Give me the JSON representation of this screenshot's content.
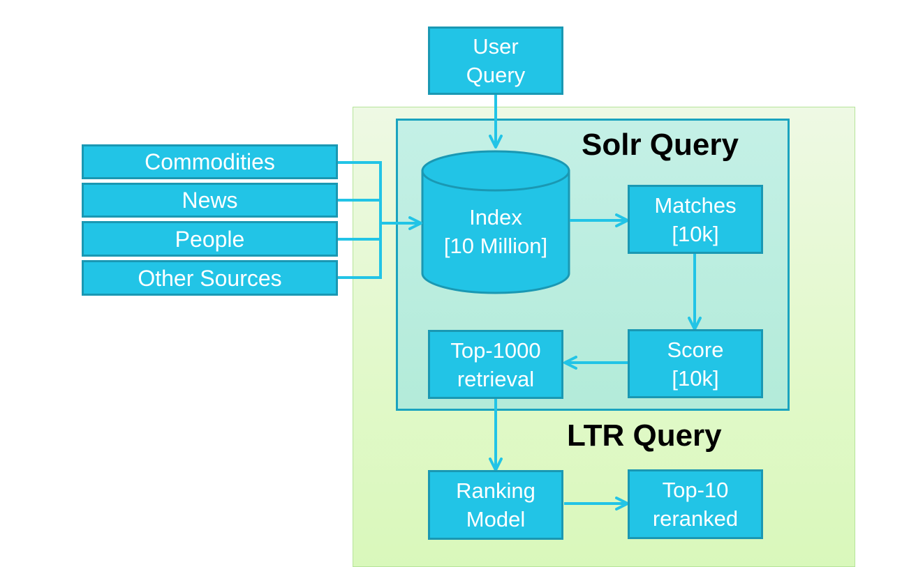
{
  "nodes": {
    "user_query": "User\nQuery",
    "index": "Index\n[10 Million]",
    "matches": "Matches\n[10k]",
    "score": "Score\n[10k]",
    "top1000": "Top-1000\nretrieval",
    "ranking_model": "Ranking\nModel",
    "top10": "Top-10\nreranked"
  },
  "sources": [
    "Commodities",
    "News",
    "People",
    "Other Sources"
  ],
  "regions": {
    "solr_query": "Solr Query",
    "ltr_query": "LTR Query"
  },
  "colors": {
    "node_fill": "#22c4e6",
    "node_border": "#1a98b3",
    "arrow": "#22c4e6",
    "solr_region": "#b3ebd9",
    "ltr_region": "#e1f9c9"
  }
}
